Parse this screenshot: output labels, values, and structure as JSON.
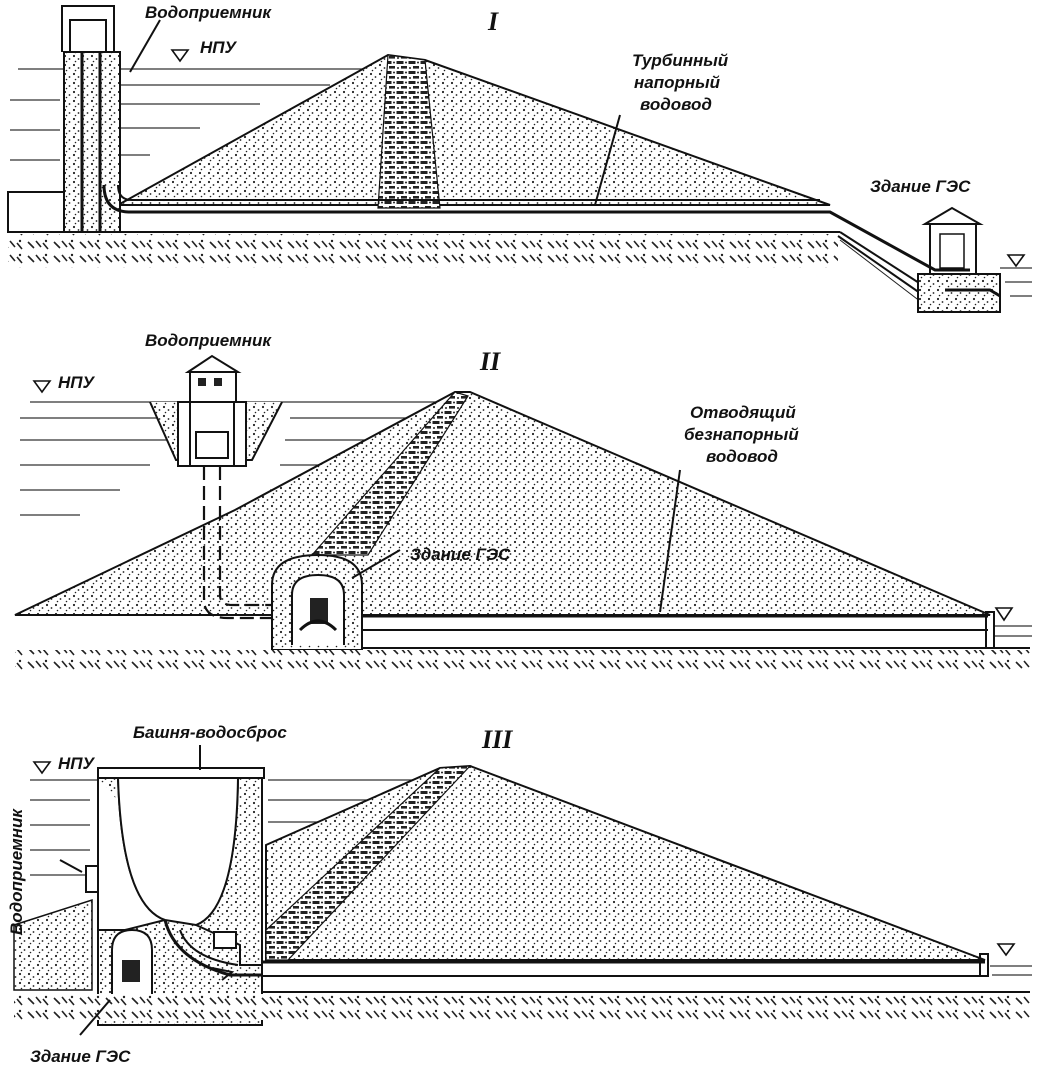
{
  "panels": [
    {
      "numeral": "I",
      "labels": {
        "intake": "Водоприемник",
        "npu": "НПУ",
        "penstock": [
          "Турбинный",
          "напорный",
          "водовод"
        ],
        "plant": "Здание ГЭС"
      }
    },
    {
      "numeral": "II",
      "labels": {
        "intake": "Водоприемник",
        "npu": "НПУ",
        "tailrace": [
          "Отводящий",
          "безнапорный",
          "водовод"
        ],
        "plant": "Здание ГЭС"
      }
    },
    {
      "numeral": "III",
      "labels": {
        "tower": "Башня-водосброс",
        "npu": "НПУ",
        "intake": "Водоприемник",
        "plant": "Здание ГЭС"
      }
    }
  ]
}
